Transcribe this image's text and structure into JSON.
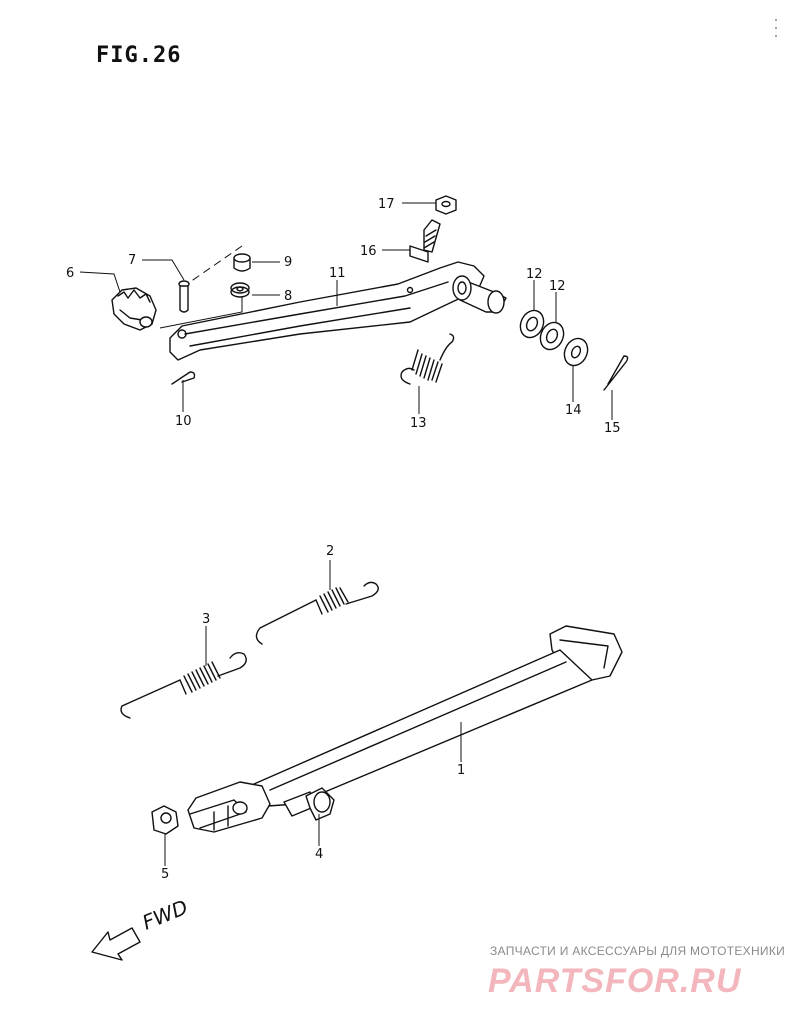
{
  "figure": {
    "title": "FIG.26"
  },
  "parts": [
    {
      "id": "part-1",
      "number": "1"
    },
    {
      "id": "part-2",
      "number": "2"
    },
    {
      "id": "part-3",
      "number": "3"
    },
    {
      "id": "part-4",
      "number": "4"
    },
    {
      "id": "part-5",
      "number": "5"
    },
    {
      "id": "part-6",
      "number": "6"
    },
    {
      "id": "part-7",
      "number": "7"
    },
    {
      "id": "part-8",
      "number": "8"
    },
    {
      "id": "part-9",
      "number": "9"
    },
    {
      "id": "part-10",
      "number": "10"
    },
    {
      "id": "part-11",
      "number": "11"
    },
    {
      "id": "part-12a",
      "number": "12"
    },
    {
      "id": "part-12b",
      "number": "12"
    },
    {
      "id": "part-13",
      "number": "13"
    },
    {
      "id": "part-14",
      "number": "14"
    },
    {
      "id": "part-15",
      "number": "15"
    },
    {
      "id": "part-16",
      "number": "16"
    },
    {
      "id": "part-17",
      "number": "17"
    }
  ],
  "direction": {
    "label": "FWD"
  },
  "watermark": {
    "tagline": "ЗАПЧАСТИ И АКСЕССУАРЫ ДЛЯ МОТОТЕХНИКИ",
    "logo": "PARTSFOR.RU"
  }
}
